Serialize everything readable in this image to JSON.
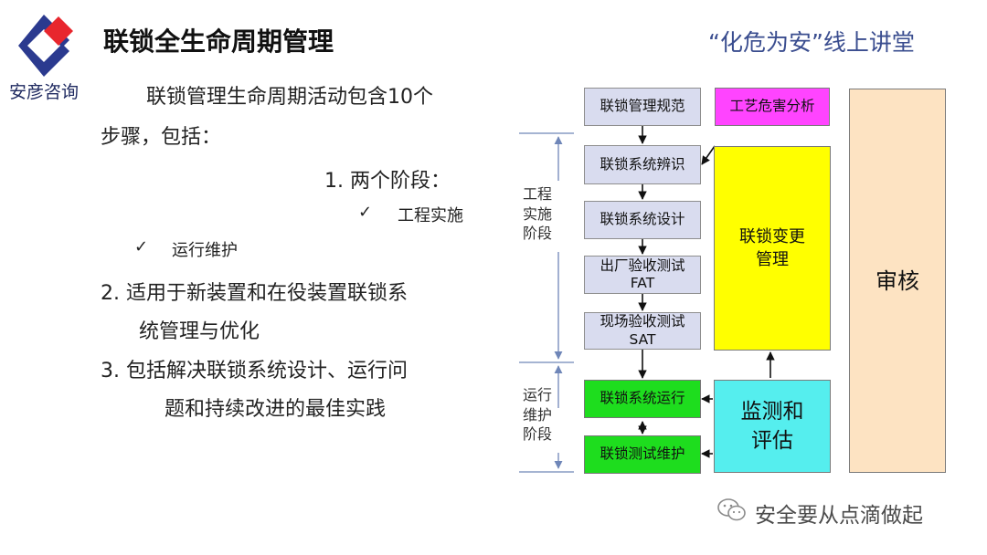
{
  "header": {
    "logo_caption": "安彦咨询",
    "title": "联锁全生命周期管理",
    "slogan": "“化危为安”线上讲堂"
  },
  "content": {
    "intro_line1": "联锁管理生命周期活动包含10个",
    "intro_line2": "步骤，包括：",
    "item1": "1.  两个阶段：",
    "check_mark": "✓",
    "check1": "工程实施",
    "check2": "运行维护",
    "item2_line1": "2.  适用于新装置和在役装置联锁系",
    "item2_line2": "统管理与优化",
    "item3_line1": "3.  包括解决联锁系统设计、运行问",
    "item3_line2": "题和持续改进的最佳实践"
  },
  "diagram": {
    "stage_engineering": "工程\n实施\n阶段",
    "stage_operation": "运行\n维护\n阶段",
    "boxes": {
      "mgmt_spec": "联锁管理规范",
      "pha": "工艺危害分析",
      "identify": "联锁系统辨识",
      "design": "联锁系统设计",
      "fat": "出厂验收测试\nFAT",
      "sat": "现场验收测试\nSAT",
      "operate": "联锁系统运行",
      "test_maint": "联锁测试维护",
      "change_mgmt": "联锁变更\n管理",
      "monitor": "监测和\n评估",
      "audit": "审核"
    },
    "colors": {
      "gray_box": "#d9dcef",
      "magenta_box": "#ff44ff",
      "yellow_box": "#ffff00",
      "green_box": "#1edd1e",
      "cyan_box": "#55eeee",
      "audit_box": "#fde3c2",
      "bracket": "#6f86b8"
    }
  },
  "watermark": {
    "icon": "wechat-icon",
    "text": "安全要从点滴做起"
  }
}
